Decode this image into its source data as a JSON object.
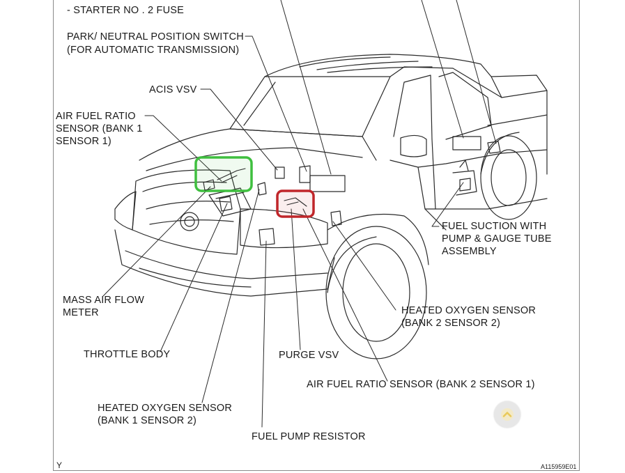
{
  "labels": {
    "starter_fuse": "- STARTER NO . 2 FUSE",
    "park_switch_1": "PARK/ NEUTRAL POSITION SWITCH",
    "park_switch_2": "(FOR AUTOMATIC TRANSMISSION)",
    "acis_vsv": "ACIS VSV",
    "afr_bank1_1": "AIR FUEL RATIO",
    "afr_bank1_2": "SENSOR (BANK 1",
    "afr_bank1_3": "SENSOR 1)",
    "fuel_suction_1": "FUEL SUCTION WITH",
    "fuel_suction_2": "PUMP & GAUGE TUBE",
    "fuel_suction_3": "ASSEMBLY",
    "maf_1": "MASS AIR FLOW",
    "maf_2": "METER",
    "hos_bank2_1": "HEATED OXYGEN SENSOR",
    "hos_bank2_2": "(BANK 2 SENSOR 2)",
    "throttle_body": "THROTTLE BODY",
    "purge_vsv": "PURGE VSV",
    "afr_bank2": "AIR FUEL RATIO SENSOR (BANK 2 SENSOR 1)",
    "hos_bank1_1": "HEATED OXYGEN SENSOR",
    "hos_bank1_2": "(BANK 1 SENSOR 2)",
    "fuel_pump_resistor": "FUEL PUMP RESISTOR"
  },
  "corner_left": "Y",
  "figure_code": "A115959E01",
  "highlights": {
    "green": "#3fbf3f",
    "red": "#c0262a"
  },
  "scroll_button_icon": "chevron-up-icon"
}
